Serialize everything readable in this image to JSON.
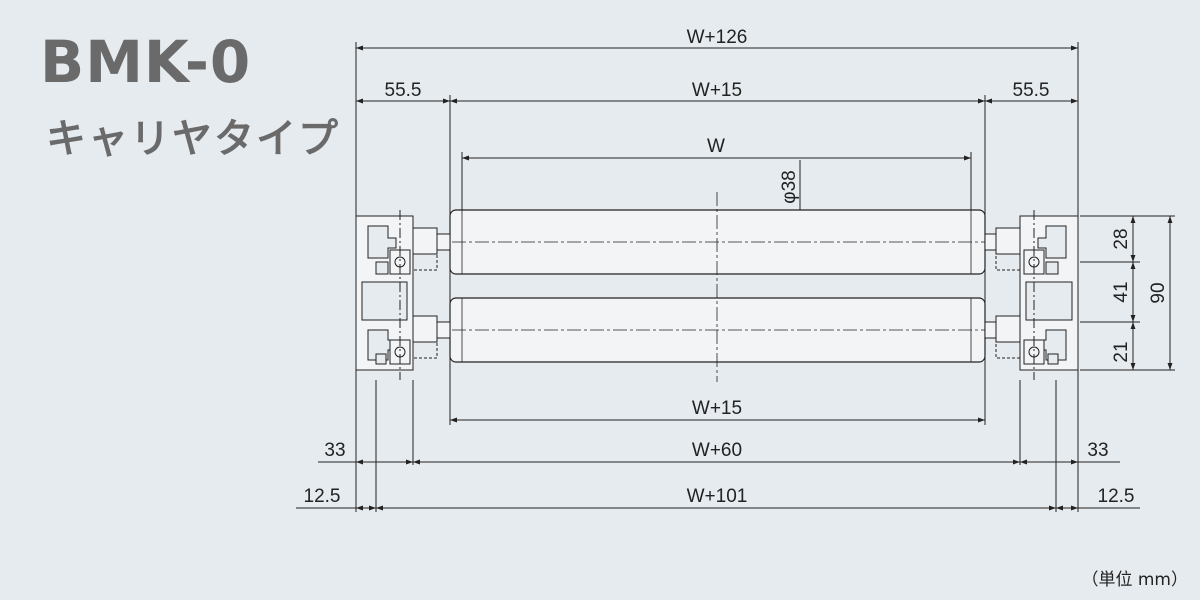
{
  "header": {
    "title": "BMK-0",
    "subtitle": "キャリヤタイプ"
  },
  "unit_note": "（単位 mm）",
  "dimensions": {
    "overall_top": "W+126",
    "left_top_offset": "55.5",
    "right_top_offset": "55.5",
    "roller_span_top": "W+15",
    "roller_width": "W",
    "roller_diameter": "φ38",
    "roller_span_bottom": "W+15",
    "inner_span": "W+60",
    "left_inner_offset": "33",
    "right_inner_offset": "33",
    "mount_span": "W+101",
    "left_mount_offset": "12.5",
    "right_mount_offset": "12.5",
    "height_top": "28",
    "height_mid": "41",
    "height_bottom": "21",
    "height_total": "90"
  },
  "colors": {
    "background": "#e6ebef",
    "roller_fill": "#f2f4f6",
    "line": "#222222",
    "title": "#6a6a6a"
  }
}
